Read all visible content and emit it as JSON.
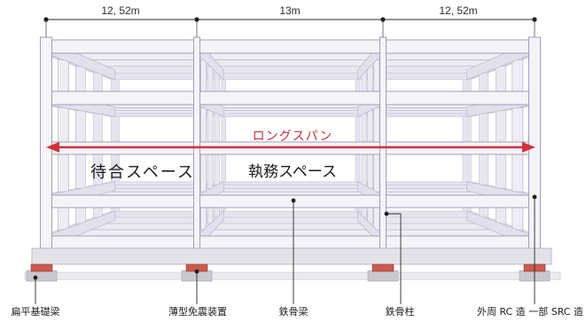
{
  "dimensions": [
    {
      "label": "12, 52m"
    },
    {
      "label": "13m"
    },
    {
      "label": "12, 52m"
    }
  ],
  "long_span": {
    "label": "ロングスパン",
    "color": "#d2303b"
  },
  "spaces": [
    {
      "label": "待合スペース"
    },
    {
      "label": "執務スペース"
    }
  ],
  "callouts": [
    {
      "label": "扁平基礎梁"
    },
    {
      "label": "薄型免震装置"
    },
    {
      "label": "鉄骨梁"
    },
    {
      "label": "鉄骨柱"
    },
    {
      "label": "外周 RC 造 一部 SRC 造"
    }
  ],
  "colors": {
    "structure": "#e9e7f0",
    "isolator": "#c95a4e"
  }
}
